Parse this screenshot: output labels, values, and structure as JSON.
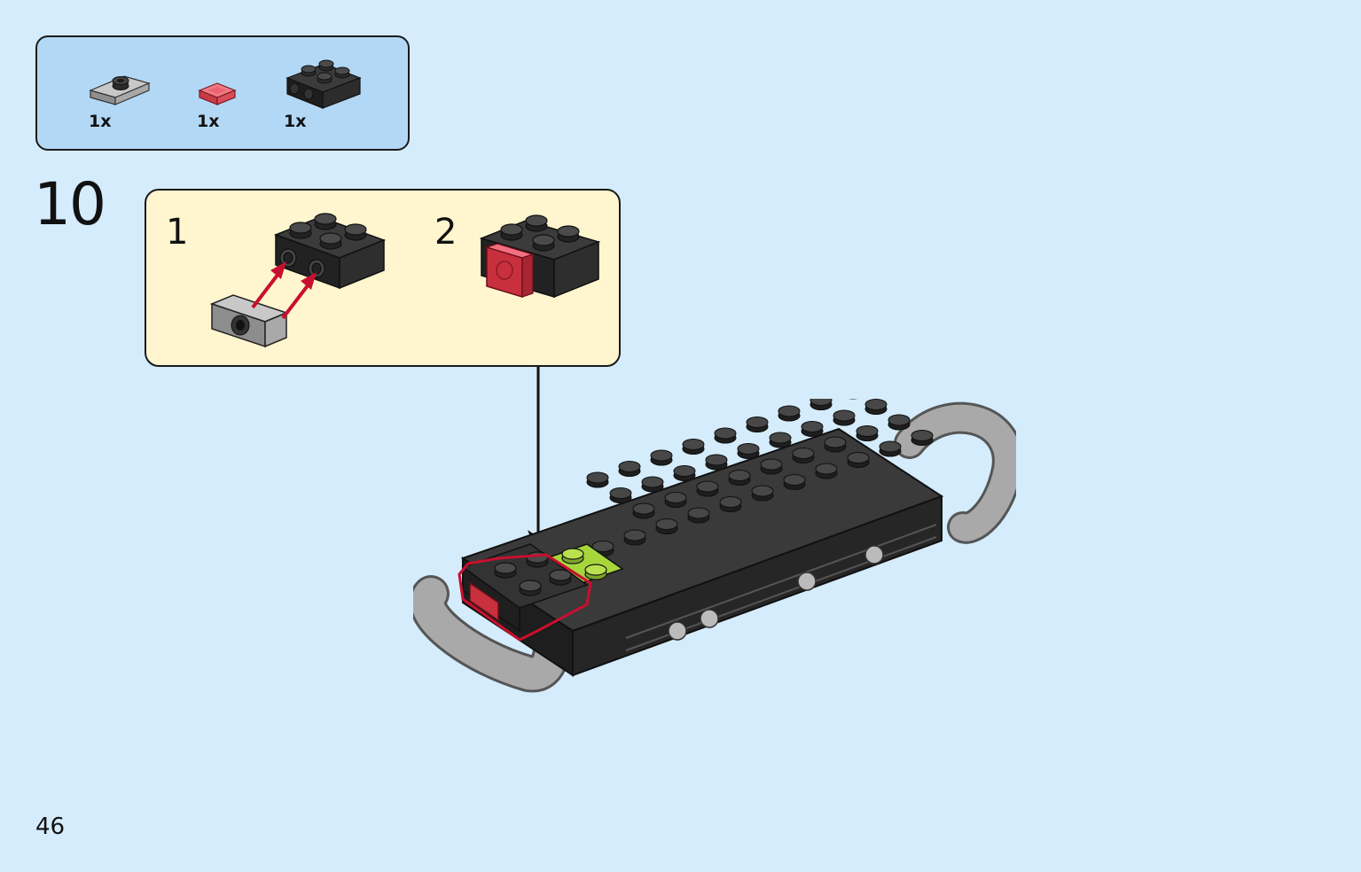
{
  "parts_list": {
    "items": [
      {
        "icon": "gray-plate-1x2-one-stud-icon",
        "quantity": "1x",
        "color": "#a3a3a3"
      },
      {
        "icon": "trans-red-tile-1x1-icon",
        "quantity": "1x",
        "color": "#e0505a"
      },
      {
        "icon": "black-brick-2x2-side-studs-icon",
        "quantity": "1x",
        "color": "#2b2b2b"
      }
    ]
  },
  "step": {
    "number": "10",
    "substeps": [
      {
        "number": "1"
      },
      {
        "number": "2"
      }
    ]
  },
  "page": {
    "number": "46"
  },
  "colors": {
    "background": "#d4ecfb",
    "parts_box": "#b3d8f5",
    "substep_box": "#fff5cf",
    "highlight_red": "#c8102e",
    "lime": "#a7d53c",
    "black_brick": "#2b2b2b",
    "gray_brick": "#a3a3a3"
  }
}
